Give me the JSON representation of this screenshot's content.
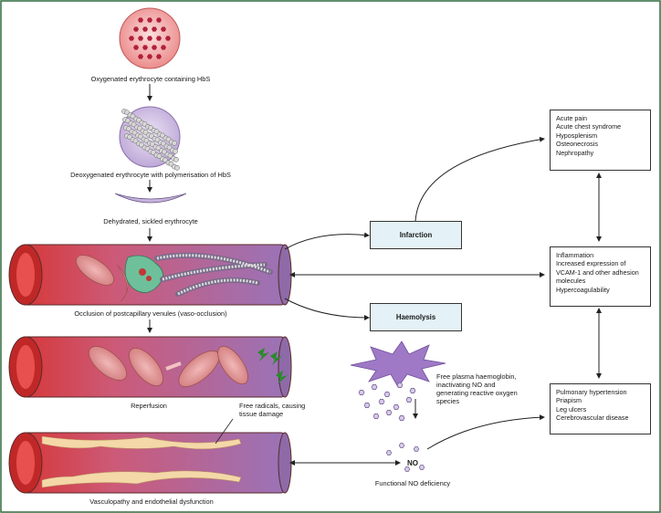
{
  "labels": {
    "oxygenated": "Oxygenated erythrocyte containing HbS",
    "deoxygenated": "Deoxygenated erythrocyte with polymerisation of HbS",
    "dehydrated": "Dehydrated, sickled erythrocyte",
    "occlusion": "Occlusion of postcapillary venules (vaso-occlusion)",
    "reperfusion": "Reperfusion",
    "free_radicals": [
      "Free radicals, causing",
      "tissue damage"
    ],
    "vasculopathy": "Vasculopathy and endothelial dysfunction",
    "free_plasma": [
      "Free plasma haemoglobin,",
      "inactivating NO and",
      "generating reactive oxygen",
      "species"
    ],
    "no_label": "NO",
    "functional_no": "Functional NO deficiency"
  },
  "highlight_boxes": {
    "infarction": "Infarction",
    "haemolysis": "Haemolysis"
  },
  "outcome_boxes": {
    "complications_top": [
      "Acute pain",
      "Acute chest syndrome",
      "Hyposplenism",
      "Osteonecrosis",
      "Nephropathy"
    ],
    "inflammation": [
      "Inflammation",
      "Increased expression of",
      "VCAM-1 and other adhesion",
      "molecules",
      "Hypercoagulability"
    ],
    "complications_bottom": [
      "Pulmonary hypertension",
      "Priapism",
      "Leg ulcers",
      "Cerebrovascular disease"
    ]
  },
  "colors": {
    "frame": "#2f6b3c",
    "vessel_red": "#d63838",
    "vessel_purple": "#9a73b8",
    "oxy_cell": "#ee9a9a",
    "deoxy_cell": "#c6b4dc",
    "rbc": "#d88c8c",
    "box_fill": "#e4f1f6",
    "lightning": "#2a8a2a",
    "haemolysis_burst": "#9f79c6"
  }
}
